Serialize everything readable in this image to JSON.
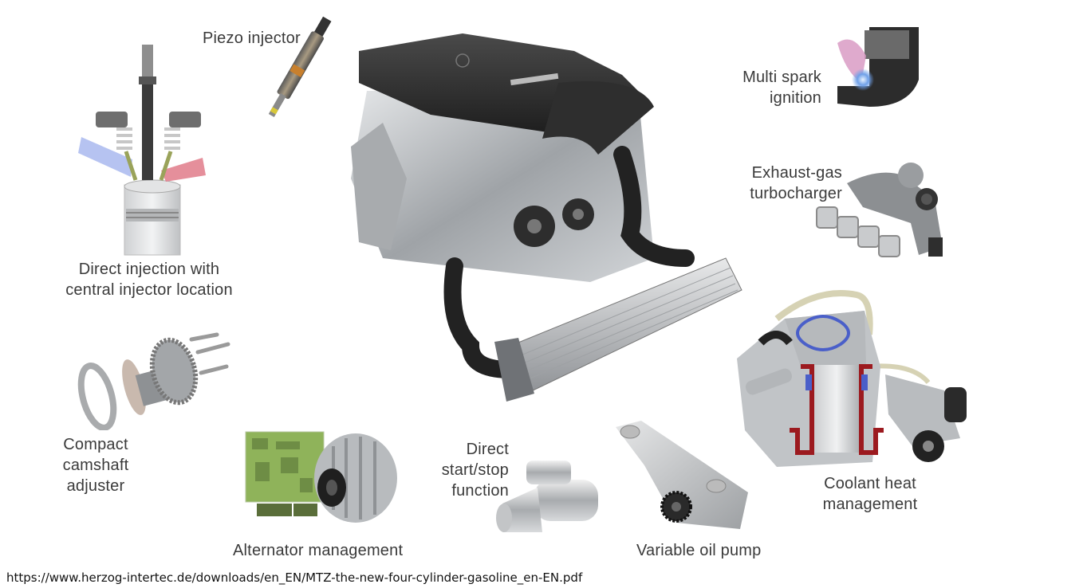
{
  "diagram": {
    "type": "annotated-component-overview",
    "subject": "Four-cylinder gasoline engine with highlighted technologies",
    "center_component": "engine-with-intercooler",
    "components": [
      {
        "id": "direct-injection",
        "label_lines": [
          "Direct injection with",
          "central injector location"
        ]
      },
      {
        "id": "piezo-injector",
        "label_lines": [
          "Piezo injector"
        ]
      },
      {
        "id": "multi-spark",
        "label_lines": [
          "Multi spark",
          "ignition"
        ]
      },
      {
        "id": "turbocharger",
        "label_lines": [
          "Exhaust-gas",
          "turbocharger"
        ]
      },
      {
        "id": "camshaft-adjuster",
        "label_lines": [
          "Compact",
          "camshaft",
          "adjuster"
        ]
      },
      {
        "id": "alternator",
        "label_lines": [
          "Alternator management"
        ]
      },
      {
        "id": "start-stop",
        "label_lines": [
          "Direct",
          "start/stop",
          "function"
        ]
      },
      {
        "id": "oil-pump",
        "label_lines": [
          "Variable oil pump"
        ]
      },
      {
        "id": "coolant",
        "label_lines": [
          "Coolant heat",
          "management"
        ]
      }
    ]
  },
  "source_url": "https://www.herzog-intertec.de/downloads/en_EN/MTZ-the-new-four-cylinder-gasoline_en-EN.pdf",
  "colors": {
    "background": "#ffffff",
    "label_text": "#3a3a3a",
    "engine_cover": "#2b2b2b",
    "metal": "#b9bcc0",
    "intake_blue": "#8fa3e8",
    "exhaust_red": "#d9707e",
    "coolant_red": "#9c1a1f",
    "coolant_blue": "#4a5fc9",
    "pcb_green": "#8fb35a"
  }
}
